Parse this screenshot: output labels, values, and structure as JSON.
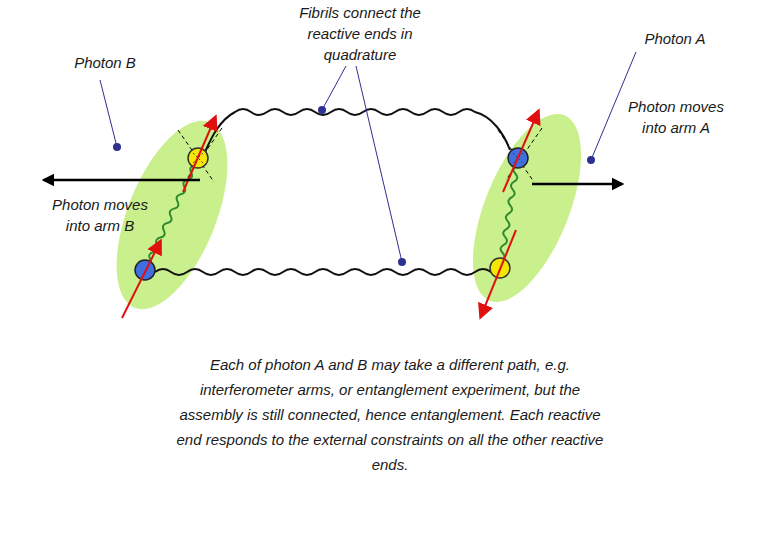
{
  "diagram": {
    "caption": "Each of photon A and B may take a different path, e.g. interferometer arms, or entanglement experiment, but the assembly is still connected, hence entanglement. Each reactive end responds to the external constraints on all the other reactive ends.",
    "labels": [
      "Photon B",
      "Fibrils connect the reactive ends in quadrature",
      "Photon A",
      "Photon moves into arm B",
      "Photon moves into arm A"
    ]
  }
}
